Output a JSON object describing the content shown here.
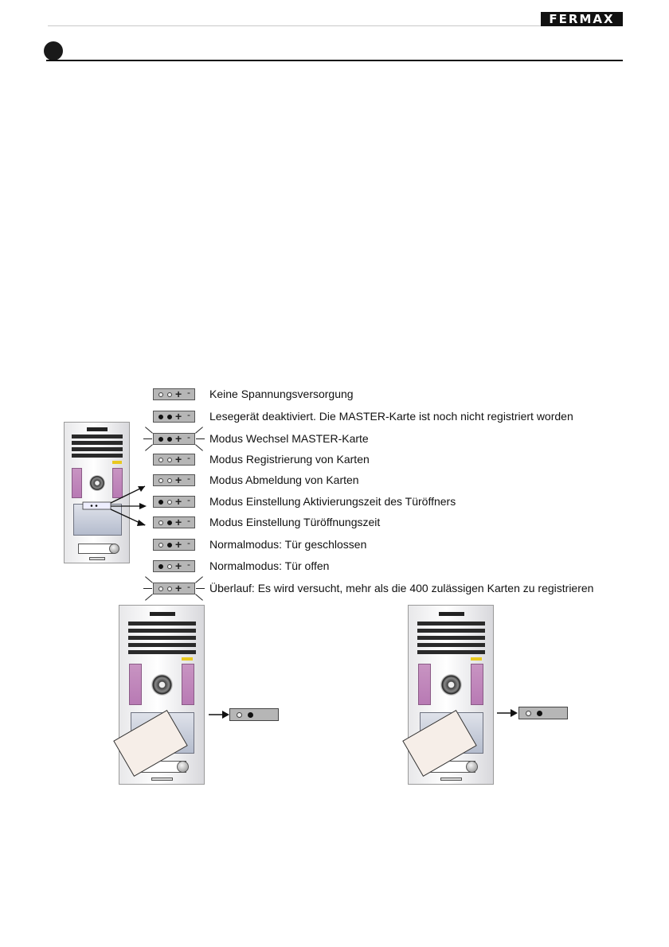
{
  "header": {
    "brand": "FERMAX"
  },
  "states": [
    {
      "led1": "off",
      "led2": "off",
      "blink": false,
      "label": "Keine Spannungsversorgung"
    },
    {
      "led1": "on",
      "led2": "on",
      "blink": false,
      "label": "Lesegerät deaktiviert. Die MASTER-Karte ist noch nicht registriert worden"
    },
    {
      "led1": "on",
      "led2": "on",
      "blink": true,
      "label": "Modus Wechsel MASTER-Karte"
    },
    {
      "led1": "off",
      "led2": "off",
      "blink": false,
      "label": "Modus Registrierung von Karten"
    },
    {
      "led1": "off",
      "led2": "off",
      "blink": false,
      "label": "Modus Abmeldung von Karten"
    },
    {
      "led1": "on",
      "led2": "off",
      "blink": false,
      "label": "Modus Einstellung Aktivierungszeit des Türöffners"
    },
    {
      "led1": "off",
      "led2": "on",
      "blink": false,
      "label": "Modus Einstellung Türöffnungszeit"
    },
    {
      "led1": "off",
      "led2": "on",
      "blink": false,
      "label": "Normalmodus: Tür geschlossen"
    },
    {
      "led1": "on",
      "led2": "off",
      "blink": false,
      "label": "Normalmodus: Tür offen"
    },
    {
      "led1": "off",
      "led2": "off",
      "blink": true,
      "label": "Überlauf: Es wird versucht, mehr als die 400 zulässigen Karten zu registrieren"
    }
  ],
  "indicator_symbols": {
    "plus": "+",
    "minus": "-"
  },
  "examples": [
    {
      "led1": "off",
      "led2": "on"
    },
    {
      "led1": "off",
      "led2": "on"
    }
  ],
  "colors": {
    "indicator_bg": "#b6b6b6",
    "keypad": "#c08abd",
    "brand_bg": "#111111"
  }
}
